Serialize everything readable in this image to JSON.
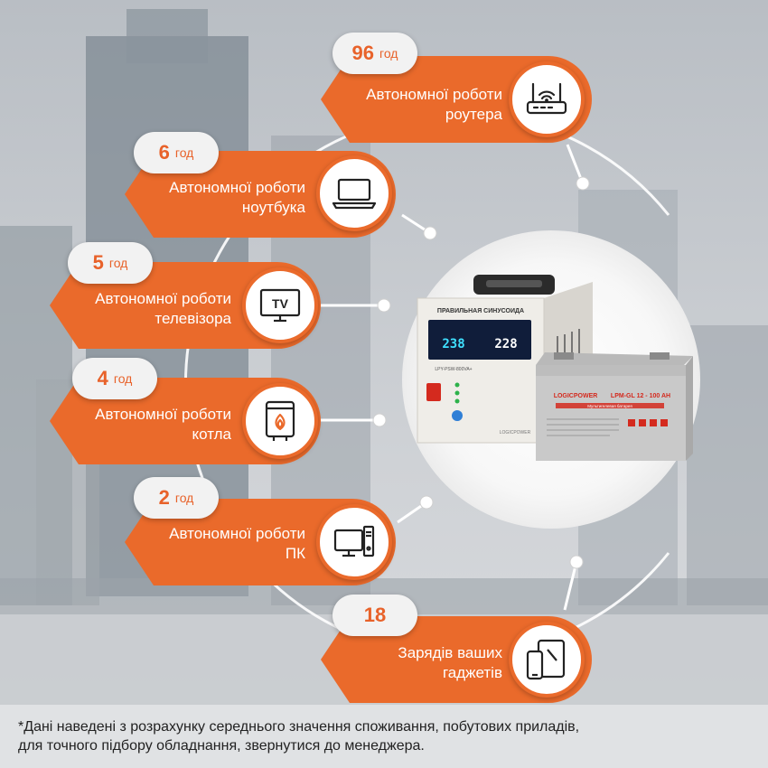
{
  "items": [
    {
      "value": "96",
      "unit": "год",
      "line1": "Автономної роботи",
      "line2": "роутера",
      "icon": "router-icon"
    },
    {
      "value": "6",
      "unit": "год",
      "line1": "Автономної роботи",
      "line2": "ноутбука",
      "icon": "laptop-icon"
    },
    {
      "value": "5",
      "unit": "год",
      "line1": "Автономної роботи",
      "line2": "телевізора",
      "icon": "tv-icon",
      "icon_text": "TV"
    },
    {
      "value": "4",
      "unit": "год",
      "line1": "Автономної роботи",
      "line2": "котла",
      "icon": "boiler-icon"
    },
    {
      "value": "2",
      "unit": "год",
      "line1": "Автономної роботи",
      "line2": "ПК",
      "icon": "pc-icon"
    },
    {
      "value": "18",
      "unit": "",
      "line1": "Зарядів ваших",
      "line2": "гаджетів",
      "icon": "gadgets-icon"
    }
  ],
  "product": {
    "inverter_label": "ПРАВИЛЬНАЯ СИНУСОИДА",
    "inverter_model": "LPY-PSW-800VA+",
    "display_left": "238",
    "display_right": "228",
    "brand": "LOGICPOWER",
    "battery_model": "LPM-GL 12 - 100 AH",
    "battery_type": "Мультигелевая батарея"
  },
  "footnote": {
    "line1": "*Дані наведені з розрахунку середнього значення споживання, побутових приладів,",
    "line2": "для точного підбору обладнання, звернутися до менеджера."
  },
  "colors": {
    "accent": "#ea6a2b",
    "badge_bg": "#f2f2f2",
    "text": "#222222"
  }
}
